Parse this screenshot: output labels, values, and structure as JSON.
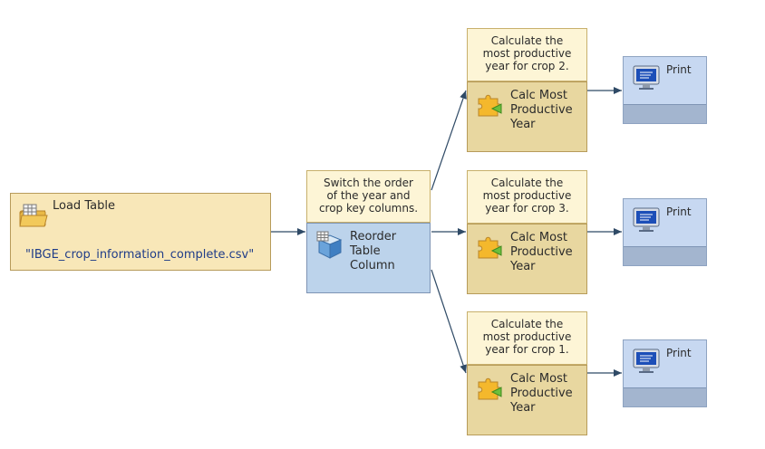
{
  "load_table": {
    "title": "Load Table",
    "file": "\"IBGE_crop_information_complete.csv\""
  },
  "reorder": {
    "comment_lines": [
      "Switch the order",
      "of the year and",
      "crop key columns."
    ],
    "label_lines": [
      "Reorder",
      "Table",
      "Column"
    ]
  },
  "calc_nodes": [
    {
      "comment_lines": [
        "Calculate the",
        "most productive",
        "year for crop 2."
      ],
      "label_lines": [
        "Calc Most",
        "Productive",
        "Year"
      ],
      "print_label": "Print"
    },
    {
      "comment_lines": [
        "Calculate the",
        "most productive",
        "year for crop 3."
      ],
      "label_lines": [
        "Calc Most",
        "Productive",
        "Year"
      ],
      "print_label": "Print"
    },
    {
      "comment_lines": [
        "Calculate the",
        "most productive",
        "year for crop 1."
      ],
      "label_lines": [
        "Calc Most",
        "Productive",
        "Year"
      ],
      "print_label": "Print"
    }
  ],
  "colors": {
    "wire": "#2f4a66",
    "load_fill": "#f8e7b8",
    "reorder_fill": "#bcd3eb",
    "calc_fill": "#e8d7a0",
    "print_fill": "#c7d8f1"
  },
  "icons": {
    "load": "folder-table-icon",
    "reorder": "table-cube-icon",
    "calc": "puzzle-piece-icon",
    "print": "monitor-icon"
  }
}
